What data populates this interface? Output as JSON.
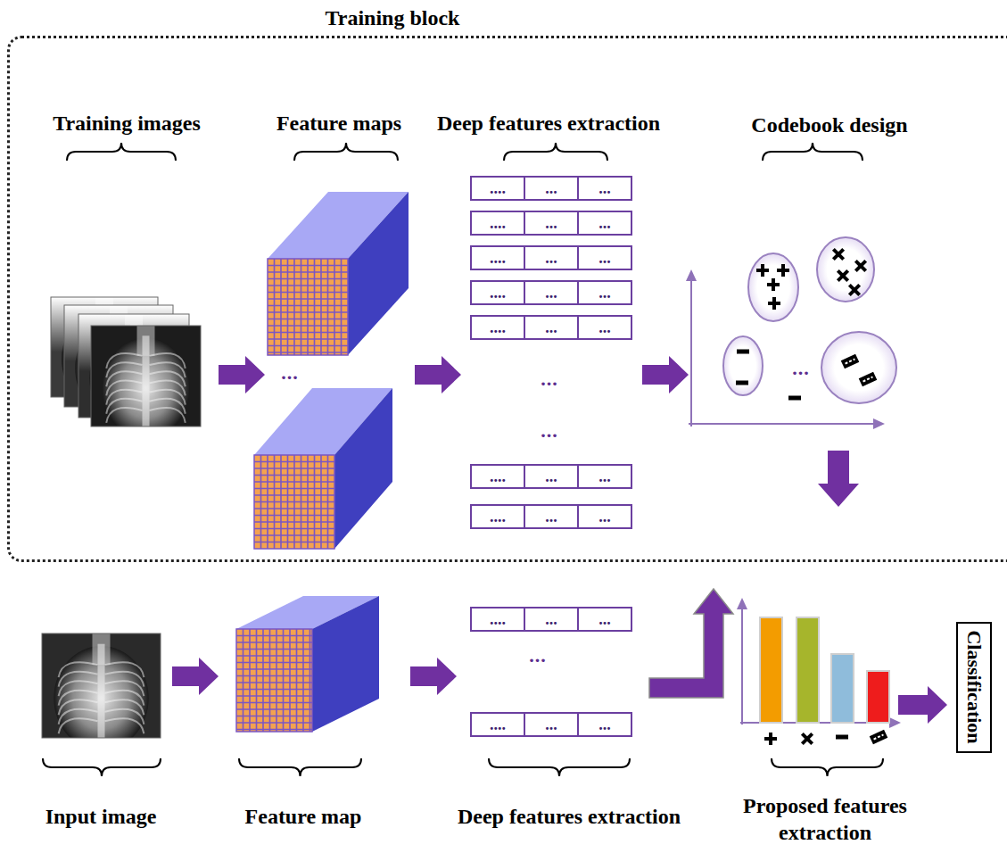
{
  "diagram": {
    "nodes": [
      {
        "text": [
          "Training block"
        ]
      },
      {
        "text": [
          "....",
          "...",
          "..."
        ],
        "in": 0
      },
      {
        "text": [
          "....",
          "...",
          "..."
        ],
        "in": 0
      },
      {
        "text": [
          "....",
          "...",
          "..."
        ],
        "in": 0
      },
      {
        "text": [
          "....",
          "...",
          "..."
        ],
        "in": 0
      },
      {
        "text": [
          "....",
          "...",
          "..."
        ],
        "in": 0
      },
      {
        "text": [
          "....",
          "...",
          "..."
        ],
        "in": 0
      },
      {
        "text": [
          "....",
          "...",
          "..."
        ],
        "in": 0
      },
      {
        "text": [
          "....",
          "...",
          "..."
        ]
      },
      {
        "text": [
          "....",
          "...",
          "..."
        ]
      },
      {
        "text": [
          "Classification"
        ]
      }
    ],
    "labels": [
      "Training images",
      "Feature maps",
      "Deep features extraction",
      "Codebook design",
      "...",
      "...",
      "...",
      "...",
      "...",
      "Input image",
      "Feature map",
      "Deep features extraction",
      "Proposed features extraction"
    ]
  }
}
